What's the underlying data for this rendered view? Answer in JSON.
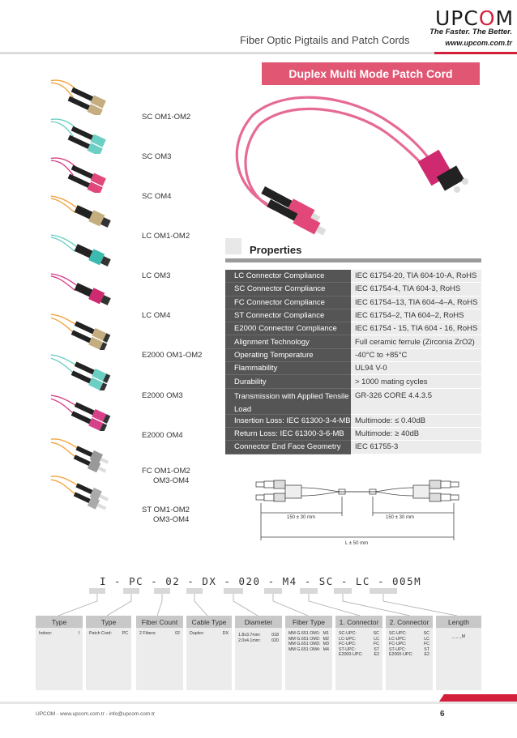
{
  "header": {
    "logo_left": "UPC",
    "logo_o": "O",
    "logo_right": "M",
    "slogan": "The Faster. The Better.",
    "url": "www.upcom.com.tr",
    "category_title": "Fiber Optic Pigtails and Patch Cords"
  },
  "banner_title": "Duplex Multi Mode Patch Cord",
  "products": [
    {
      "label_1": "SC OM1-OM2",
      "label_2": ""
    },
    {
      "label_1": "SC OM3",
      "label_2": ""
    },
    {
      "label_1": "SC OM4",
      "label_2": ""
    },
    {
      "label_1": "LC OM1-OM2",
      "label_2": ""
    },
    {
      "label_1": "LC OM3",
      "label_2": ""
    },
    {
      "label_1": "LC OM4",
      "label_2": ""
    },
    {
      "label_1": "E2000 OM1-OM2",
      "label_2": ""
    },
    {
      "label_1": "E2000 OM3",
      "label_2": ""
    },
    {
      "label_1": "E2000 OM4",
      "label_2": ""
    },
    {
      "label_1": "FC OM1-OM2",
      "label_2": "OM3-OM4"
    },
    {
      "label_1": "ST OM1-OM2",
      "label_2": "OM3-OM4"
    }
  ],
  "properties_title": "Properties",
  "properties": [
    {
      "k": "LC Connector Compliance",
      "v": "IEC 61754-20, TIA 604-10-A, RoHS"
    },
    {
      "k": "SC Connector Compliance",
      "v": "IEC 61754-4, TIA 604-3, RoHS"
    },
    {
      "k": "FC Connector Compliance",
      "v": "IEC 61754–13, TIA 604–4–A, RoHS"
    },
    {
      "k": "ST Connector Compliance",
      "v": "IEC 61754–2, TIA 604–2, RoHS"
    },
    {
      "k": "E2000 Connector Compliance",
      "v": "IEC 61754 - 15, TIA 604 - 16, RoHS"
    },
    {
      "k": "Alignment Technology",
      "v": "Full ceramic ferrule (Zirconia ZrO2)"
    },
    {
      "k": "Operating Temperature",
      "v": "-40°C to +85°C"
    },
    {
      "k": "Flammability",
      "v": "UL94 V-0"
    },
    {
      "k": "Durability",
      "v": "> 1000 mating cycles"
    },
    {
      "k": "Transmission with Applied Tensile Load",
      "v": "GR-326 CORE 4.4.3.5"
    },
    {
      "k": "Insertion Loss: IEC 61300-3-4-MB",
      "v": "Multimode: ≤ 0.40dB"
    },
    {
      "k": "Return Loss: IEC 61300-3-6-MB",
      "v": "Multimode: ≥ 40dB"
    },
    {
      "k": "Connector End Face Geometry",
      "v": "IEC 61755-3"
    }
  ],
  "drawing": {
    "left_dim": "150 ± 30 mm",
    "right_dim": "150 ± 30 mm",
    "total_dim": "L ± 50 mm"
  },
  "order_code": "I - PC - 02 - DX - 020 - M4 - SC - LC - 005M",
  "order_columns": [
    {
      "header": "Type",
      "rows": [
        [
          "Indoor:",
          "I"
        ]
      ]
    },
    {
      "header": "Type",
      "rows": [
        [
          "Patch Cord:",
          "PC"
        ]
      ]
    },
    {
      "header": "Fiber Count",
      "rows": [
        [
          "2 Fibers:",
          "02"
        ]
      ]
    },
    {
      "header": "Cable Type",
      "rows": [
        [
          "Duplex:",
          "DX"
        ]
      ]
    },
    {
      "header": "Diameter",
      "rows": [
        [
          "1.8x3.7mm:",
          "018"
        ],
        [
          "2.0x4.1mm:",
          "020"
        ]
      ]
    },
    {
      "header": "Fiber Type",
      "rows": [
        [
          "MM G.651 OM1:",
          "M1"
        ],
        [
          "MM G.651 OM2:",
          "M2"
        ],
        [
          "MM G.651 OM3:",
          "M3"
        ],
        [
          "MM G.651 OM4:",
          "M4"
        ]
      ]
    },
    {
      "header": "1. Connector",
      "rows": [
        [
          "SC-UPC:",
          "SC"
        ],
        [
          "LC-UPC:",
          "LC"
        ],
        [
          "FC-UPC:",
          "FC"
        ],
        [
          "ST-UPC:",
          "ST"
        ],
        [
          "E2000-UPC:",
          "E2"
        ]
      ]
    },
    {
      "header": "2. Connector",
      "rows": [
        [
          "SC-UPC:",
          "SC"
        ],
        [
          "LC-UPC:",
          "LC"
        ],
        [
          "FC-UPC:",
          "FC"
        ],
        [
          "ST-UPC:",
          "ST"
        ],
        [
          "E2000-UPC:",
          "E2"
        ]
      ]
    },
    {
      "header": "Length",
      "rows": [
        [
          "",
          "_ _ _M"
        ]
      ]
    }
  ],
  "footer": {
    "text": "UPCOM - www.upcom.com.tr - info@upcom.com.tr",
    "page": "6"
  },
  "colors": {
    "brand_red": "#d41f3c",
    "banner_pink": "#e05673",
    "om12_orange": "#f2a33a",
    "om3_aqua": "#6ccfc4",
    "om4_magenta": "#d6418a"
  }
}
